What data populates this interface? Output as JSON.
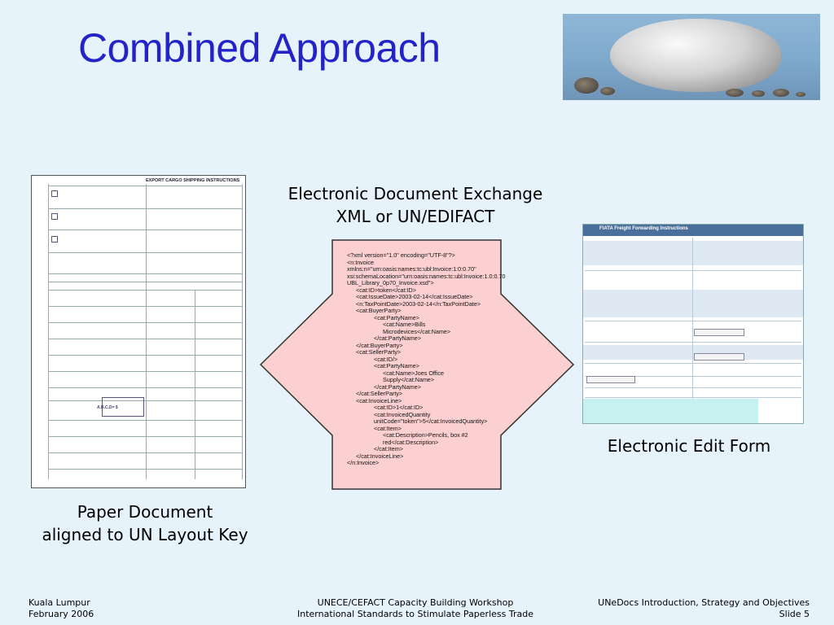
{
  "slide": {
    "title": "Combined Approach",
    "center_label": [
      "Electronic Document Exchange",
      "XML or UN/EDIFACT"
    ],
    "paper_label": [
      "Paper Document",
      "aligned to UN Layout Key"
    ],
    "form_label": "Electronic Edit Form",
    "paper_doc": {
      "heading": "EXPORT CARGO SHIPPING INSTRUCTIONS",
      "stamp": "A.B.C.D= $"
    },
    "form": {
      "heading": "FIATA Freight Forwarding Instructions"
    }
  },
  "xml": [
    {
      "t": "<?xml version=\"1.0\" encoding=\"UTF-8\"?>",
      "i": 0
    },
    {
      "t": "<n:Invoice",
      "i": 0
    },
    {
      "t": "xmlns:n=\"urn:oasis:names:tc:ubl:Invoice:1:0:0.70\"",
      "i": 0
    },
    {
      "t": "xsi:schemaLocation=\"urn:oasis:names:tc:ubl:Invoice:1.0:0.70 UBL_Library_0p70_Invoice.xsd\">",
      "i": 0,
      "wrap": true
    },
    {
      "t": "<cat:ID>token</cat:ID>",
      "i": 1
    },
    {
      "t": "<cat:IssueDate>2003-02-14</cat:IssueDate>",
      "i": 1
    },
    {
      "t": "<n:TaxPointDate>2003-02-14</n:TaxPointDate>",
      "i": 1
    },
    {
      "t": "<cat:BuyerParty>",
      "i": 1
    },
    {
      "t": "<cat:PartyName>",
      "i": 3
    },
    {
      "t": "<cat:Name>Bills Microdevices</cat:Name>",
      "i": 4,
      "wrap": true
    },
    {
      "t": "</cat:PartyName>",
      "i": 3
    },
    {
      "t": "</cat:BuyerParty>",
      "i": 1
    },
    {
      "t": "<cat:SellerParty>",
      "i": 1
    },
    {
      "t": "<cat:ID/>",
      "i": 3
    },
    {
      "t": "<cat:PartyName>",
      "i": 3
    },
    {
      "t": "<cat:Name>Joes Office Supply</cat:Name>",
      "i": 4,
      "wrap": true
    },
    {
      "t": "</cat:PartyName>",
      "i": 3
    },
    {
      "t": "</cat:SellerParty>",
      "i": 1
    },
    {
      "t": "<cat:InvoiceLine>",
      "i": 1
    },
    {
      "t": "<cat:ID>1</cat:ID>",
      "i": 3
    },
    {
      "t": "<cat:InvoicedQuantity unitCode=\"token\">5</cat:InvoicedQuantity>",
      "i": 3,
      "wrap": true
    },
    {
      "t": "<cat:Item>",
      "i": 3
    },
    {
      "t": "<cat:Description>Pencils, box #2 red</cat:Description>",
      "i": 4,
      "wrap": true
    },
    {
      "t": "</cat:Item>",
      "i": 3
    },
    {
      "t": "</cat:InvoiceLine>",
      "i": 1
    },
    {
      "t": "</n:Invoice>",
      "i": 0
    }
  ],
  "footer": {
    "left": [
      "Kuala Lumpur",
      "February 2006"
    ],
    "center": [
      "UNECE/CEFACT Capacity Building Workshop",
      "International Standards to Stimulate Paperless Trade"
    ],
    "right": [
      "UNeDocs Introduction, Strategy and Objectives",
      "Slide 5"
    ]
  },
  "colors": {
    "title": "#2323c8",
    "arrow_fill": "#fcd0d0",
    "arrow_stroke": "#333333",
    "background": "#e6f3fb",
    "xml_tag": "#d4001a"
  }
}
